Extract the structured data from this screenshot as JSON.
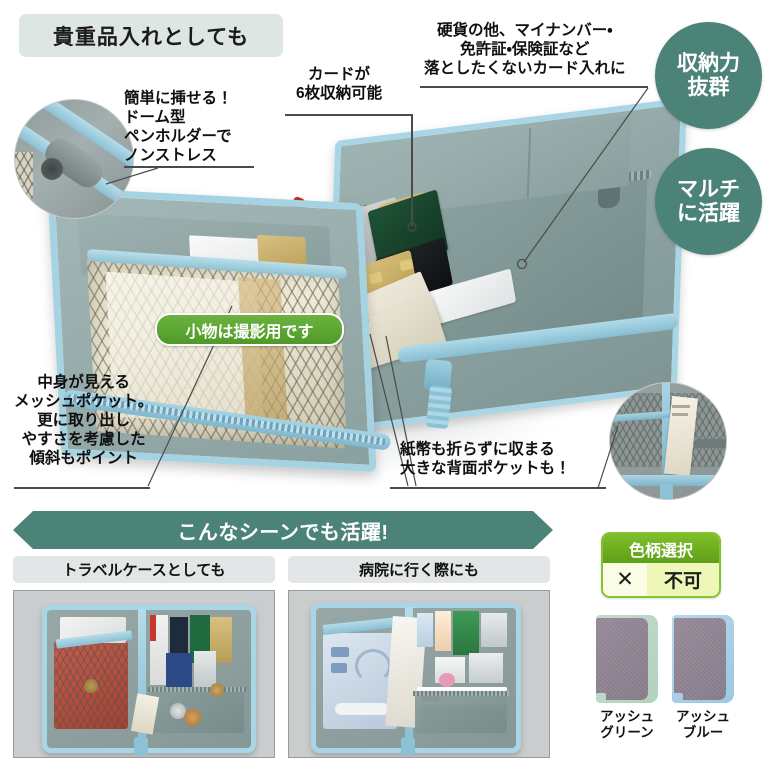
{
  "header": {
    "title": "貴重品入れとしても"
  },
  "callouts": [
    {
      "id": "pen",
      "lines": [
        "簡単に挿せる！",
        "ドーム型",
        "ペンホルダーで",
        "ノンストレス"
      ]
    },
    {
      "id": "card",
      "lines": [
        "カードが",
        "6枚収納可能"
      ]
    },
    {
      "id": "coin",
      "lines": [
        "硬貨の他、マイナンバー・",
        "免許証・保険証など",
        "落としたくないカード入れに"
      ]
    },
    {
      "id": "mesh",
      "lines": [
        "中身が見える",
        "メッシュポケット。",
        "更に取り出し",
        "やすさを考慮した",
        "傾斜もポイント"
      ]
    },
    {
      "id": "back",
      "lines": [
        "紙幣も折らずに収まる",
        "大きな背面ポケットも！"
      ]
    }
  ],
  "badges": [
    {
      "id": "storage",
      "lines": [
        "収納力",
        "抜群"
      ]
    },
    {
      "id": "multi",
      "lines": [
        "マルチ",
        "に活躍"
      ]
    }
  ],
  "pill_note": "小物は撮影用です",
  "scene_banner": "こんなシーンでも活躍!",
  "scenes": [
    {
      "label": "トラベルケースとしても"
    },
    {
      "label": "病院に行く際にも"
    }
  ],
  "color_select": {
    "head": "色柄選択",
    "mark": "✕",
    "text": "不可"
  },
  "swatches": [
    {
      "name_lines": [
        "アッシュ",
        "グリーン"
      ],
      "trim": "#bcd9c9",
      "body": "#8d8090"
    },
    {
      "name_lines": [
        "アッシュ",
        "ブルー"
      ],
      "trim": "#a9cde4",
      "body": "#8d8090"
    }
  ],
  "colors": {
    "teal": "#4c8379",
    "header_bg": "#dee6e4",
    "pill_green": "#5aa730",
    "select_green": "#6fae20",
    "label_bg": "#e3e6e6",
    "rule": "#4a4a4a"
  }
}
